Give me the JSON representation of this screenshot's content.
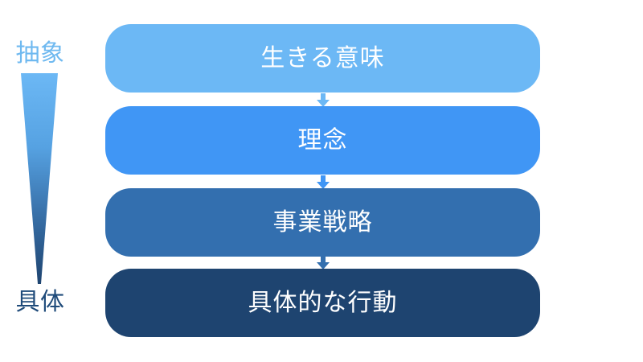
{
  "diagram": {
    "type": "vertical-flow-pyramid",
    "background_color": "#FFFFFF",
    "axis": {
      "name": "abstraction-axis",
      "top_label": "抽象",
      "bottom_label": "具体",
      "top_label_color": "#6FB9F0",
      "bottom_label_color": "#1F4B7A",
      "shape": "inverted-triangle",
      "gradient_from": "#6CB8F5",
      "gradient_to": "#1E4470"
    },
    "stages": [
      {
        "label": "生きる意味",
        "fill_color": "#6CB8F5",
        "text_color": "#FFFFFF",
        "level": 1
      },
      {
        "label": "理念",
        "fill_color": "#4096F5",
        "text_color": "#FFFFFF",
        "level": 2
      },
      {
        "label": "事業戦略",
        "fill_color": "#336FAF",
        "text_color": "#FFFFFF",
        "level": 3
      },
      {
        "label": "具体的な行動",
        "fill_color": "#1E4470",
        "text_color": "#FFFFFF",
        "level": 4
      }
    ],
    "connectors": [
      {
        "name": "arrow-down-icon",
        "from": "生きる意味",
        "to": "理念",
        "color": "#6CB8F5"
      },
      {
        "name": "arrow-down-icon",
        "from": "理念",
        "to": "事業戦略",
        "color": "#4096F5"
      },
      {
        "name": "arrow-down-icon",
        "from": "事業戦略",
        "to": "具体的な行動",
        "color": "#336FAF"
      }
    ]
  }
}
